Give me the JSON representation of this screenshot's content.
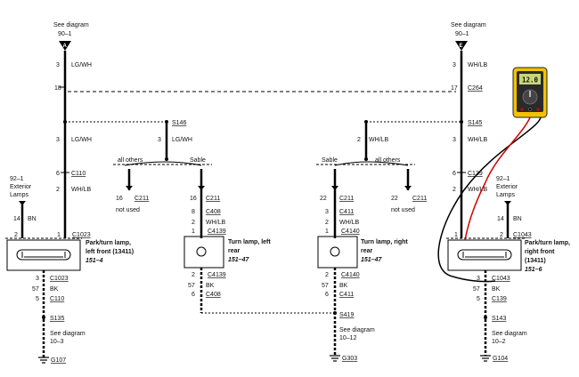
{
  "top_left": {
    "see": "See diagram",
    "ref": "90–1",
    "letter": "A",
    "pin1": "3",
    "col1": "LG/WH",
    "pin2": "18",
    "pin3": "3",
    "col3": "LG/WH",
    "pin4": "6",
    "conn4": "C110",
    "pin5": "2",
    "col5": "WH/LB"
  },
  "top_right": {
    "see": "See diagram",
    "ref": "90–1",
    "letter": "E",
    "pin1": "3",
    "col1": "WH/LB",
    "pin2": "17",
    "conn2": "C264",
    "conn3": "S145",
    "pin3": "3",
    "col3": "WH/LB",
    "pin4": "6",
    "conn4": "C139",
    "pin5": "2",
    "col5": "WH/LB"
  },
  "splices": {
    "s146": "S146",
    "s146_pin": "3",
    "s146_col": "LG/WH",
    "s145_pin": "2",
    "s145_col": "WH/LB"
  },
  "branches": {
    "all_others": "all others",
    "sable": "Sable",
    "not_used": "not used",
    "left_pin": "16",
    "left_conn": "C211",
    "right_pin": "22",
    "right_conn": "C211"
  },
  "ext_left": {
    "ref": "92–1",
    "name1": "Exterior",
    "name2": "Lamps",
    "pin": "14",
    "col": "BN"
  },
  "ext_right": {
    "ref": "92–1",
    "name1": "Exterior",
    "name2": "Lamps",
    "pin": "14",
    "col": "BN"
  },
  "lamp_left_front": {
    "p2": "2",
    "p1": "1",
    "conn": "C1023",
    "name1": "Park/turn lamp,",
    "name2": "left front (13411)",
    "code": "151–4",
    "b_pin1": "3",
    "b_conn1": "C1023",
    "b_pin2": "57",
    "b_col2": "BK",
    "b_pin3": "5",
    "b_conn3": "C110",
    "splice": "S135",
    "see": "See diagram",
    "ref": "10–3",
    "ground": "G107"
  },
  "lamp_right_front": {
    "p1": "1",
    "p2": "2",
    "conn": "C1043",
    "name1": "Park/turn lamp,",
    "name2": "right front",
    "name3": "(13411)",
    "code": "151–6",
    "b_pin1": "3",
    "b_conn1": "C1043",
    "b_pin2": "57",
    "b_col2": "BK",
    "b_pin3": "5",
    "b_conn3": "C139",
    "splice": "S143",
    "see": "See diagram",
    "ref": "10–2",
    "ground": "G104"
  },
  "lamp_left_rear": {
    "c1p": "16",
    "c1": "C211",
    "c2p": "8",
    "c2": "C408",
    "c3p": "2",
    "c3col": "WH/LB",
    "c4p": "1",
    "c4": "C4139",
    "name1": "Turn lamp, left",
    "name2": "rear",
    "code": "151–47",
    "b_p1": "2",
    "b_c1": "C4139",
    "b_p2": "57",
    "b_col2": "BK",
    "b_p3": "6",
    "b_c3": "C408"
  },
  "lamp_right_rear": {
    "c1p": "22",
    "c1": "C211",
    "c2p": "3",
    "c2": "C411",
    "c3p": "2",
    "c3col": "WH/LB",
    "c4p": "1",
    "c4": "C4140",
    "name1": "Turn lamp, right",
    "name2": "rear",
    "code": "151–47",
    "b_p1": "2",
    "b_c1": "C4140",
    "b_p2": "57",
    "b_col2": "BK",
    "b_p3": "6",
    "b_c3": "C411",
    "splice": "S419",
    "see": "See diagram",
    "ref": "10–12",
    "ground": "G303"
  },
  "meter": {
    "reading": "12.0"
  },
  "colors": {
    "wire": "#000000",
    "probe_red": "#d40000",
    "meter_yellow": "#f2c200",
    "meter_screen": "#c9d77a"
  }
}
